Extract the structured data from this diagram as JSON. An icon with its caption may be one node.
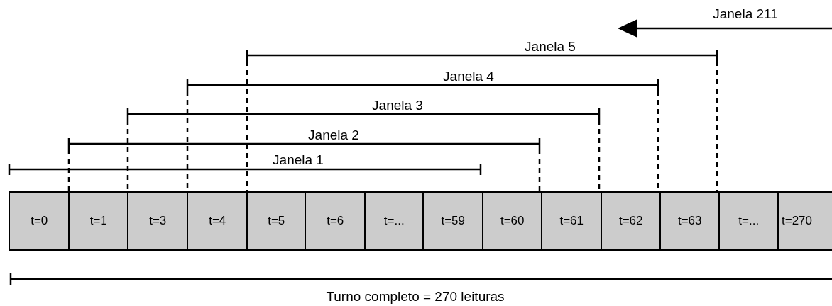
{
  "diagram": {
    "nodes": [
      {
        "text": [
          "t=0"
        ]
      },
      {
        "text": [
          "t=1"
        ]
      },
      {
        "text": [
          "t=3"
        ]
      },
      {
        "text": [
          "t=4"
        ]
      },
      {
        "text": [
          "t=5"
        ]
      },
      {
        "text": [
          "t=6"
        ]
      },
      {
        "text": [
          "t=..."
        ]
      },
      {
        "text": [
          "t=59"
        ]
      },
      {
        "text": [
          "t=60"
        ]
      },
      {
        "text": [
          "t=61"
        ]
      },
      {
        "text": [
          "t=62"
        ]
      },
      {
        "text": [
          "t=63"
        ]
      },
      {
        "text": [
          "t=..."
        ]
      },
      {
        "text": [
          "t=270"
        ]
      }
    ],
    "labels": [
      "Janela 211",
      "Janela 5",
      "Janela 4",
      "Janela 3",
      "Janela 2",
      "Janela 1",
      "Turno completo = 270 leituras"
    ]
  }
}
